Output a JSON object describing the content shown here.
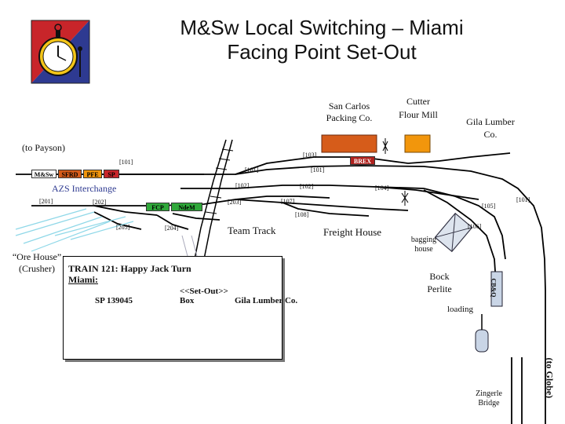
{
  "title": {
    "line1": "M&Sw Local Switching – Miami",
    "line2": "Facing Point Set-Out"
  },
  "colors": {
    "track": "#000000",
    "industry_orange": "#d65c1a",
    "industry_red": "#b0221e",
    "mill_orange": "#f2960c",
    "siding_cyan": "#8fd8e8",
    "car_green": "#2fa83a",
    "logo_red": "#c8252a",
    "logo_blue": "#2e3a91",
    "logo_yellow": "#f4c518",
    "cbq_box": "#c9d5e6"
  },
  "labels": {
    "san_carlos": "San Carlos Packing Co.",
    "cutter_flour": "Cutter Flour Mill",
    "gila_lumber": "Gila Lumber Co.",
    "to_payson": "(to Payson)",
    "azs_interchange": "AZS Interchange",
    "team_track": "Team Track",
    "freight_house": "Freight House",
    "bagging_house": "bagging house",
    "bock_perlite": "Bock Perlite",
    "loading": "loading",
    "ore_house": "“Ore House” (Crusher)",
    "zingerle_bridge": "Zingerle Bridge",
    "to_globe": "(to Globe)",
    "cbq": "CB&Q"
  },
  "track_numbers": {
    "t101_left": "[101]",
    "t103": "[103]",
    "t101_mid": "[101]",
    "t101_right": "[101]",
    "t102_a": "[102]",
    "t102_b": "[102]",
    "t104": "[104]",
    "t201": "[201]",
    "t202": "[202]",
    "t203": "[203]",
    "t107": "[107]",
    "t108": "[108]",
    "t105": "[105]",
    "t101_far": "[101]",
    "t205": "[205]",
    "t204": "[204]",
    "t106": "[106]"
  },
  "cars": {
    "msw": "M&Sw",
    "sfrd": "SFRD",
    "pfe": "PFE",
    "sp": "SP",
    "brex": "BREX",
    "fcp": "FCP",
    "ndem": "NdeM"
  },
  "train_box": {
    "title": "TRAIN 121: Happy Jack Turn",
    "location": "Miami:",
    "car": "SP 139045",
    "setout_label": "<<Set-Out>>",
    "car_type": "Box",
    "destination": "Gila Lumber Co."
  }
}
